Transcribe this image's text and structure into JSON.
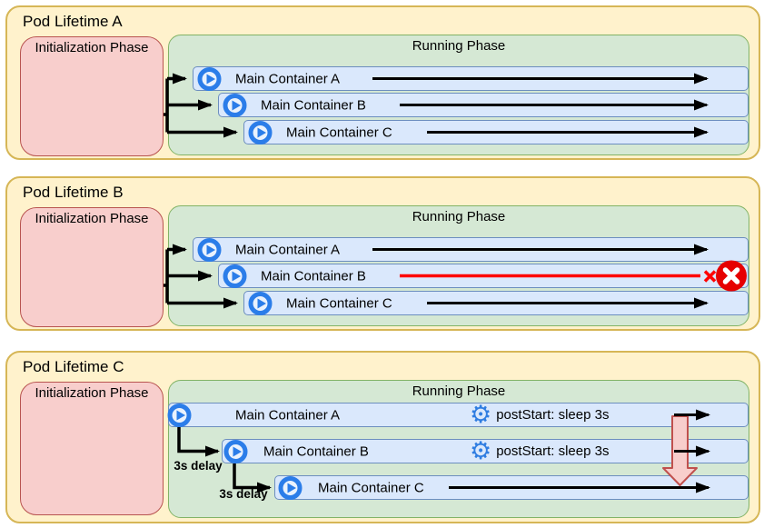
{
  "icons": {
    "play": "▶",
    "gear": "⚙",
    "error": "✕"
  },
  "colors": {
    "pod_fill": "#fff2cc",
    "pod_border": "#d6b656",
    "init_fill": "#f8cecc",
    "init_border": "#b85450",
    "running_fill": "#d5e8d4",
    "running_border": "#82b366",
    "container_fill": "#dae8fc",
    "container_border": "#6c8ebf",
    "icon_blue": "#2b7de9",
    "arrow_black": "#000000",
    "failure_red": "#ff0000",
    "error_badge_red": "#e60000",
    "delay_arrow_fill": "#f8cecc",
    "delay_arrow_border": "#c0504d"
  },
  "sections": [
    {
      "title": "Pod Lifetime A",
      "init_phase": "Initialization Phase",
      "running_phase": "Running Phase",
      "containers": [
        {
          "label": "Main Container A",
          "status": "running"
        },
        {
          "label": "Main Container B",
          "status": "running"
        },
        {
          "label": "Main Container C",
          "status": "running"
        }
      ]
    },
    {
      "title": "Pod Lifetime B",
      "init_phase": "Initialization Phase",
      "running_phase": "Running Phase",
      "containers": [
        {
          "label": "Main Container A",
          "status": "running"
        },
        {
          "label": "Main Container B",
          "status": "failed"
        },
        {
          "label": "Main Container C",
          "status": "running"
        }
      ]
    },
    {
      "title": "Pod Lifetime C",
      "init_phase": "Initialization Phase",
      "running_phase": "Running Phase",
      "containers": [
        {
          "label": "Main Container A",
          "status": "running",
          "hook": "postStart: sleep 3s"
        },
        {
          "label": "Main Container B",
          "status": "running",
          "hook": "postStart: sleep 3s",
          "delay": "3s delay"
        },
        {
          "label": "Main Container C",
          "status": "running",
          "delay": "3s delay"
        }
      ]
    }
  ]
}
